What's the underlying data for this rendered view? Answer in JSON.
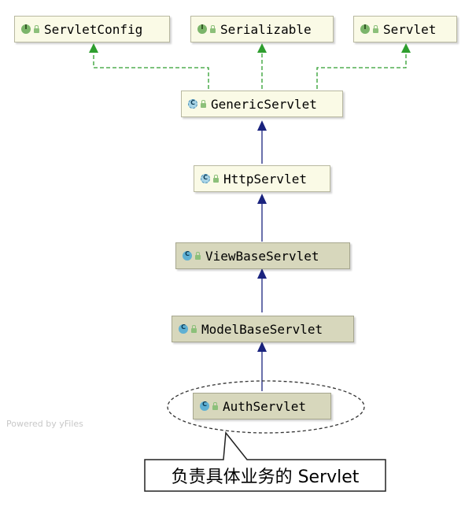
{
  "nodes": {
    "servlet_config": {
      "label": "ServletConfig",
      "kind": "interface",
      "icon": "I"
    },
    "serializable": {
      "label": "Serializable",
      "kind": "interface",
      "icon": "I"
    },
    "servlet": {
      "label": "Servlet",
      "kind": "interface",
      "icon": "I"
    },
    "generic_servlet": {
      "label": "GenericServlet",
      "kind": "abstract-class",
      "icon": "C"
    },
    "http_servlet": {
      "label": "HttpServlet",
      "kind": "abstract-class",
      "icon": "C"
    },
    "view_base_servlet": {
      "label": "ViewBaseServlet",
      "kind": "class",
      "icon": "C"
    },
    "model_base_servlet": {
      "label": "ModelBaseServlet",
      "kind": "class",
      "icon": "C"
    },
    "auth_servlet": {
      "label": "AuthServlet",
      "kind": "class",
      "icon": "C"
    }
  },
  "watermark": "Powered by yFiles",
  "callout": "负责具体业务的 Servlet",
  "colors": {
    "extends_edge": "#1a237e",
    "implements_edge": "#2e9e2e",
    "interface_fill": "#fafae6",
    "project_fill": "#d7d7bc"
  }
}
